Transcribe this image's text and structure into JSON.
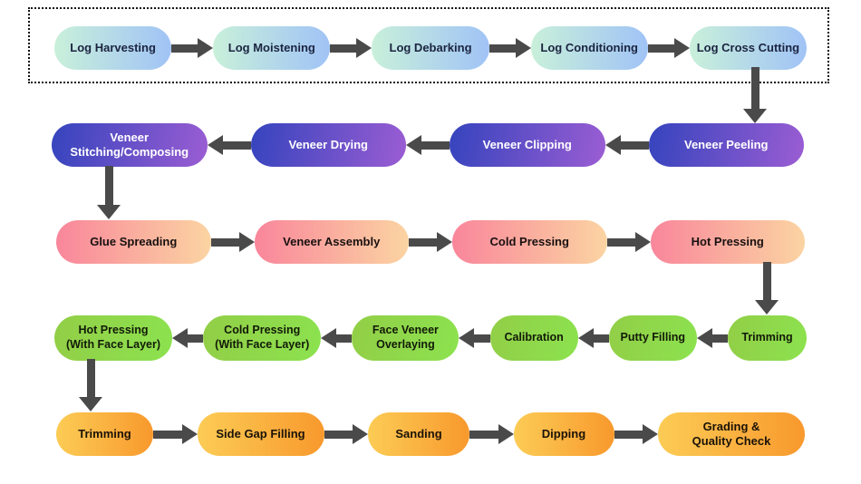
{
  "diagram": {
    "subject": "Plywood / veneer manufacturing process flowchart"
  },
  "colors": {
    "background": "#ffffff",
    "arrow": "#4a4a4a",
    "dotted_border": "#121212",
    "stage1_gradient_start": "#c9f0da",
    "stage1_gradient_end": "#a0c3f6",
    "stage1_text": "#1b2440",
    "stage2_gradient_start": "#3544bd",
    "stage2_gradient_end": "#9b5dd3",
    "stage2_text": "#ffffff",
    "stage3_gradient_start": "#f9869b",
    "stage3_gradient_end": "#fbd4a2",
    "stage4_gradient_start": "#92ce47",
    "stage4_gradient_end": "#8ce24f",
    "stage5_gradient_start": "#fccc55",
    "stage5_gradient_end": "#f8992d",
    "dark_text": "#151515"
  },
  "rows": [
    {
      "name": "log-preparation",
      "flow": "left-to-right",
      "nodes": [
        "Log Harvesting",
        "Log Moistening",
        "Log Debarking",
        "Log Conditioning",
        "Log Cross Cutting"
      ]
    },
    {
      "name": "veneer-processing",
      "flow": "right-to-left",
      "nodes": [
        "Veneer\nStitching/Composing",
        "Veneer Drying",
        "Veneer Clipping",
        "Veneer Peeling"
      ]
    },
    {
      "name": "assembly-pressing",
      "flow": "left-to-right",
      "nodes": [
        "Glue Spreading",
        "Veneer Assembly",
        "Cold Pressing",
        "Hot Pressing"
      ]
    },
    {
      "name": "face-layer-processing",
      "flow": "right-to-left",
      "nodes": [
        "Hot Pressing\n(With Face Layer)",
        "Cold Pressing\n(With Face Layer)",
        "Face Veneer\nOverlaying",
        "Calibration",
        "Putty Filling",
        "Trimming"
      ]
    },
    {
      "name": "finishing",
      "flow": "left-to-right",
      "nodes": [
        "Trimming",
        "Side Gap Filling",
        "Sanding",
        "Dipping",
        "Grading &\nQuality Check"
      ]
    }
  ]
}
